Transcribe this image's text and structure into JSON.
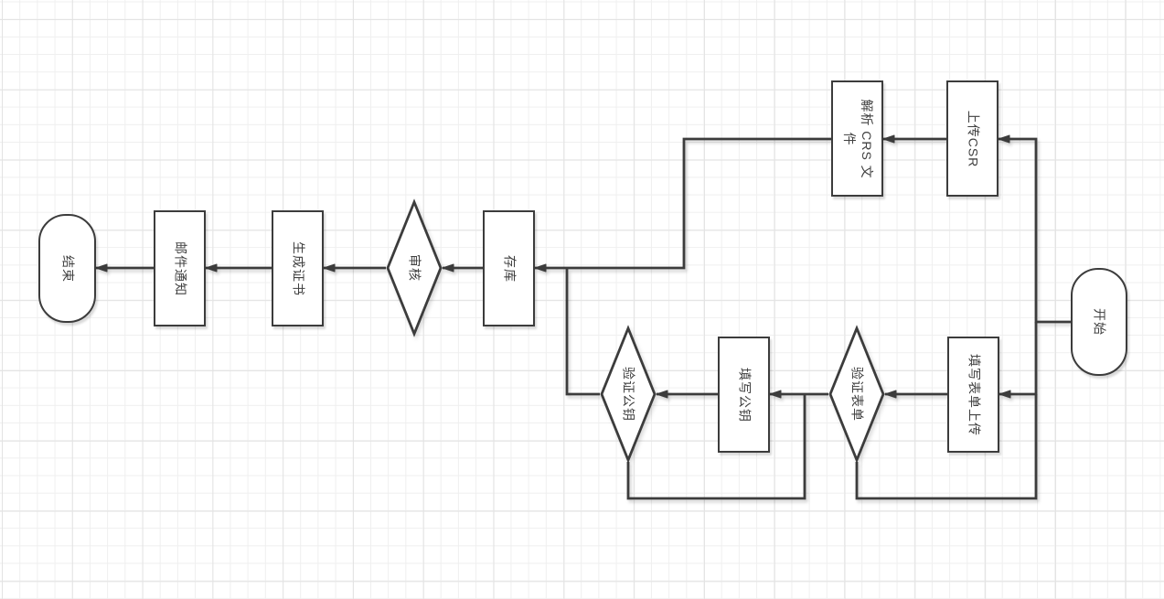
{
  "diagram": {
    "nodes": {
      "start": {
        "label": "开始",
        "type": "terminator"
      },
      "upload_csr": {
        "label": "上传CSR",
        "type": "process"
      },
      "parse_crs": {
        "label": "解析 CRS 文件",
        "type": "process"
      },
      "fill_form_upload": {
        "label": "填写表单上传",
        "type": "process"
      },
      "verify_form": {
        "label": "验证表单",
        "type": "decision"
      },
      "fill_public_key": {
        "label": "填写公钥",
        "type": "process"
      },
      "verify_public_key": {
        "label": "验证公钥",
        "type": "decision"
      },
      "store_db": {
        "label": "存库",
        "type": "process"
      },
      "review": {
        "label": "审核",
        "type": "decision"
      },
      "generate_cert": {
        "label": "生成证书",
        "type": "process"
      },
      "email_notify": {
        "label": "邮件通知",
        "type": "process"
      },
      "end": {
        "label": "结束",
        "type": "terminator"
      }
    },
    "edges": [
      {
        "from": "开始",
        "to": "上传CSR"
      },
      {
        "from": "开始",
        "to": "填写表单上传"
      },
      {
        "from": "上传CSR",
        "to": "解析 CRS 文件"
      },
      {
        "from": "解析 CRS 文件",
        "to": "存库"
      },
      {
        "from": "填写表单上传",
        "to": "验证表单"
      },
      {
        "from": "验证表单",
        "to": "填写公钥"
      },
      {
        "from": "验证表单",
        "to": "填写表单上传",
        "note": "loop-back"
      },
      {
        "from": "填写公钥",
        "to": "验证公钥"
      },
      {
        "from": "验证公钥",
        "to": "填写公钥",
        "note": "loop-back"
      },
      {
        "from": "验证公钥",
        "to": "存库"
      },
      {
        "from": "存库",
        "to": "审核"
      },
      {
        "from": "审核",
        "to": "生成证书"
      },
      {
        "from": "生成证书",
        "to": "邮件通知"
      },
      {
        "from": "邮件通知",
        "to": "结束"
      }
    ],
    "colors": {
      "stroke": "#3c3c3c",
      "shape_fill": "#ffffff",
      "text": "#404040",
      "grid_minor": "#efefef",
      "grid_major": "#e3e3e3",
      "canvas": "#ffffff"
    }
  }
}
